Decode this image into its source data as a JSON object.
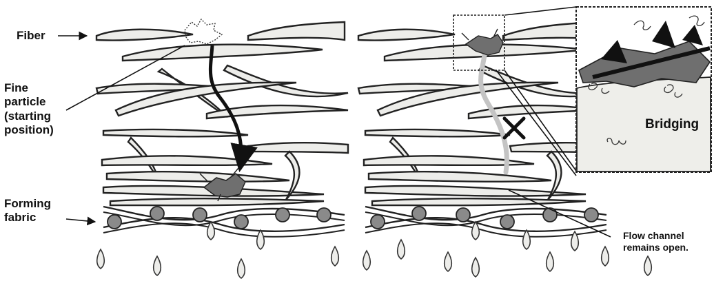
{
  "labels": {
    "fiber": "Fiber",
    "fine_particle": [
      "Fine",
      "particle",
      "(starting",
      "position)"
    ],
    "forming_fabric": [
      "Forming",
      "fabric"
    ],
    "bridging": "Bridging",
    "flow_channel": [
      "Flow channel",
      "remains open."
    ]
  },
  "colors": {
    "fiber_fill": "#ededea",
    "outline": "#222222",
    "particle": "#6f6f6f",
    "path_left": "#111111",
    "path_right": "#c4c4c4",
    "fabric_rod": "#8a8a8a"
  },
  "icons": {
    "blocked_marker": "x-mark-icon"
  }
}
